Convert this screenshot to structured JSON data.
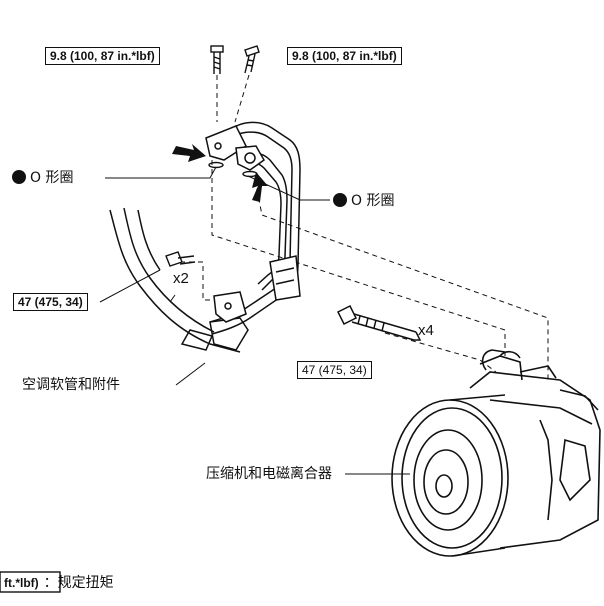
{
  "torque": {
    "left_top": "9.8 (100, 87 in.*lbf)",
    "right_top": "9.8 (100, 87 in.*lbf)",
    "bracket_bolt": "47 (475, 34)",
    "compressor_bolt": "47 (475, 34)"
  },
  "labels": {
    "o_ring_left": "O 形圈",
    "o_ring_right": "O 形圈",
    "hose": "空调软管和附件",
    "compressor": "压缩机和电磁离合器"
  },
  "quantities": {
    "bracket": "x2",
    "compressor": "x4"
  },
  "legend": {
    "box_text": "ft.*lbf)",
    "suffix": "：规定扭矩"
  },
  "colors": {
    "line": "#111111",
    "background": "#ffffff"
  }
}
